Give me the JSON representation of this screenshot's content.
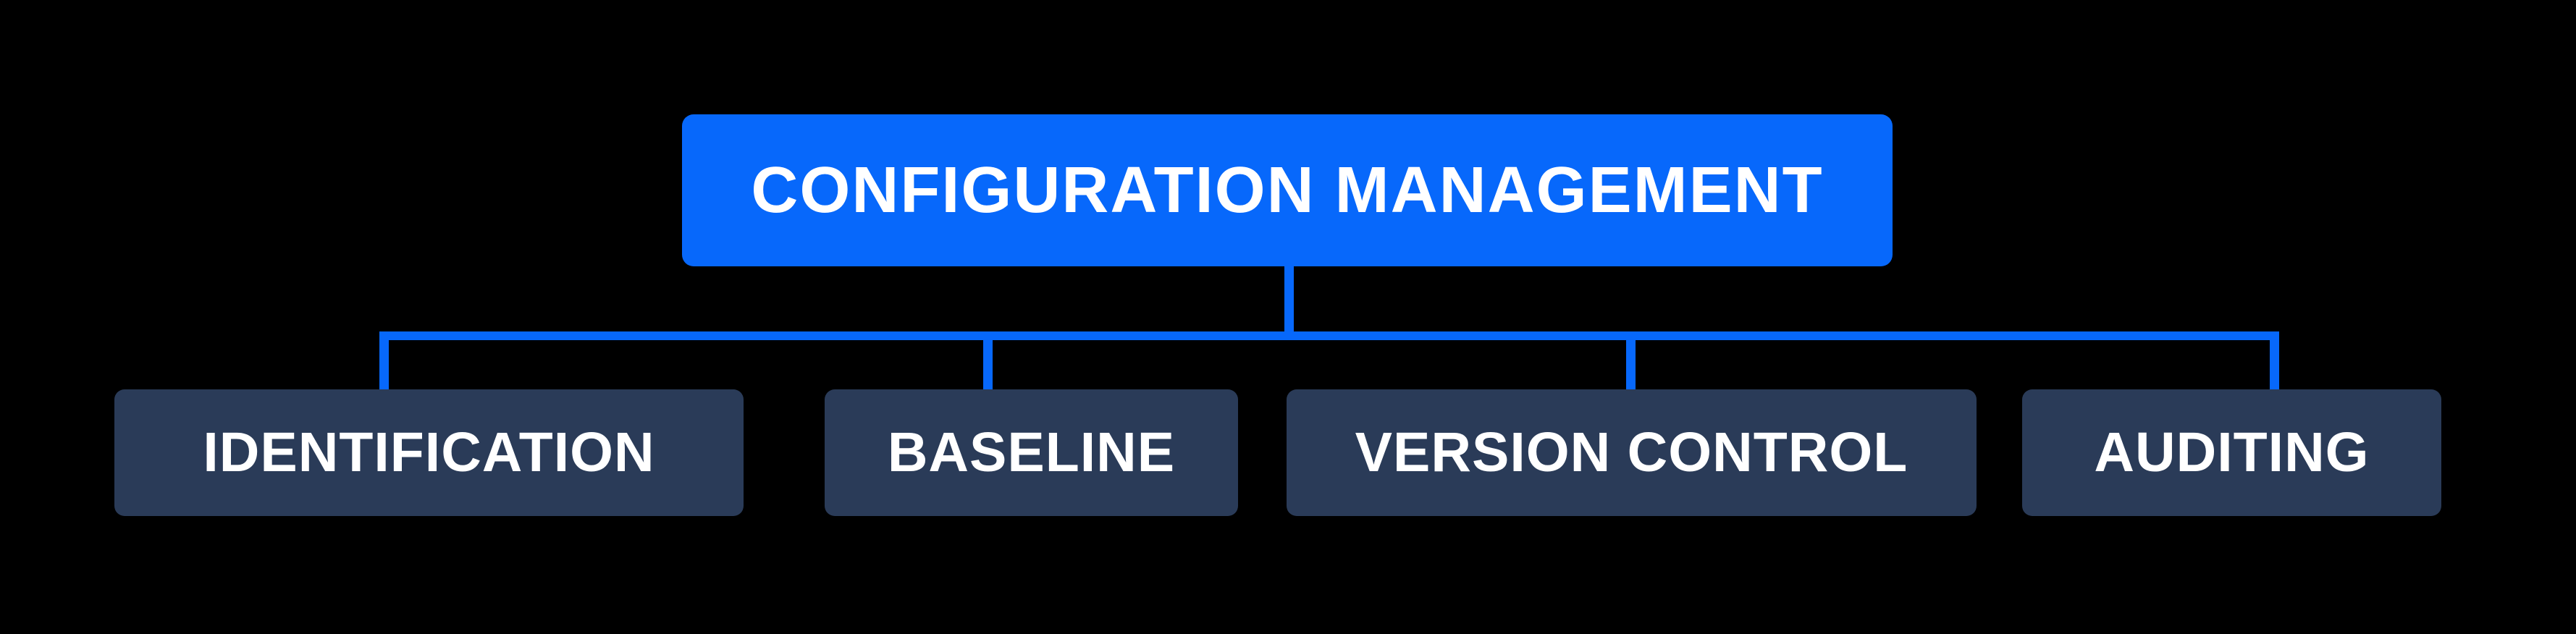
{
  "diagram": {
    "root": {
      "label": "CONFIGURATION MANAGEMENT"
    },
    "children": [
      {
        "label": "IDENTIFICATION"
      },
      {
        "label": "BASELINE"
      },
      {
        "label": "VERSION CONTROL"
      },
      {
        "label": "AUDITING"
      }
    ],
    "colors": {
      "background": "#000000",
      "root_fill": "#0768fb",
      "connector": "#0768fb",
      "child_fill": "#2a3b58",
      "text": "#ffffff"
    }
  }
}
